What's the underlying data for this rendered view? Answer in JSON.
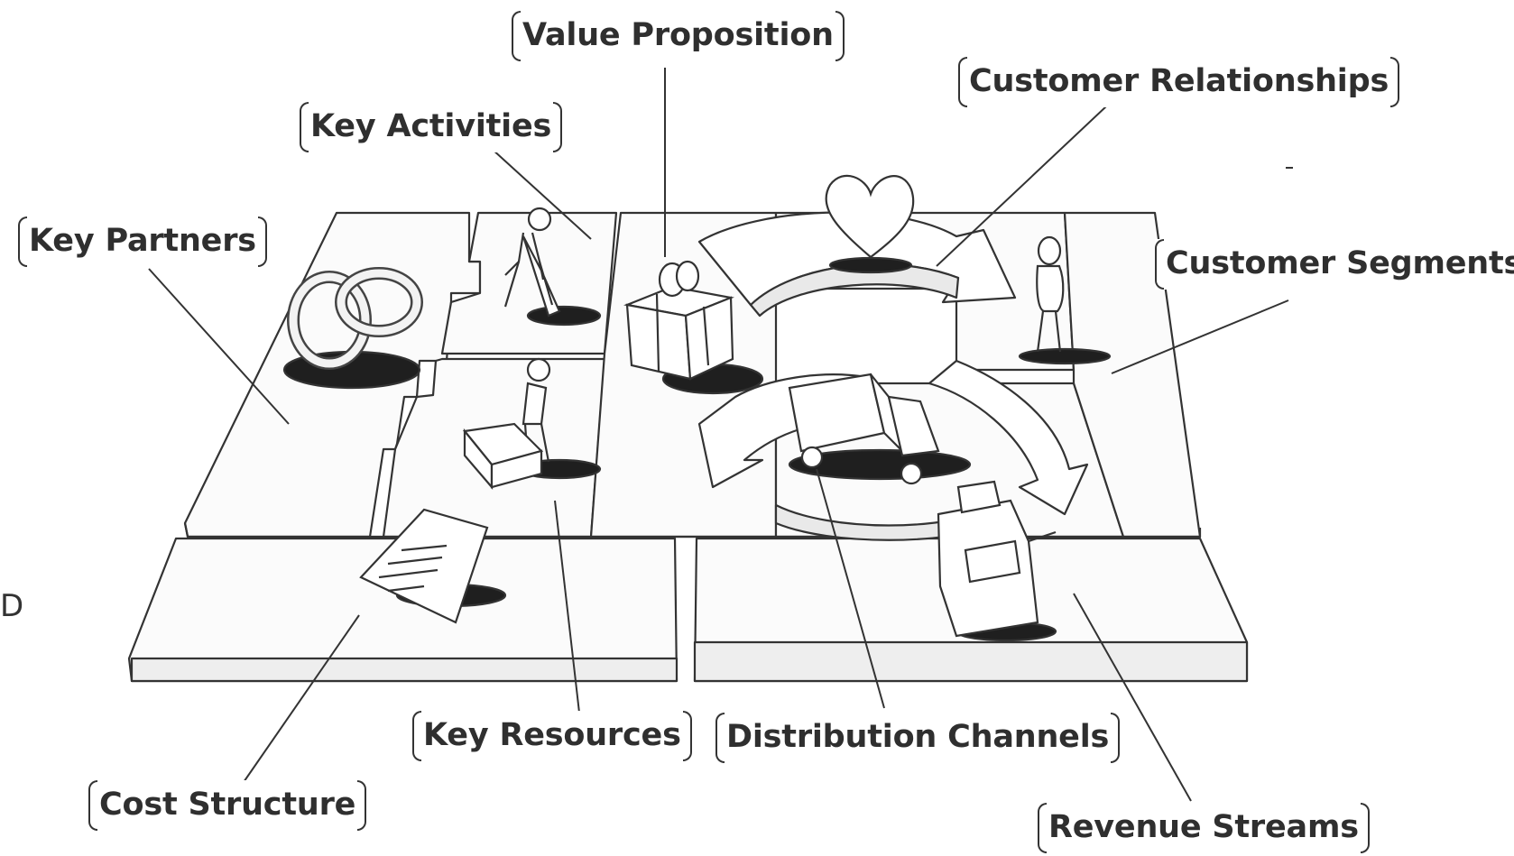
{
  "diagram": {
    "labels": {
      "value_proposition": "Value Proposition",
      "key_activities": "Key Activities",
      "customer_relationships": "Customer Relationships",
      "key_partners": "Key Partners",
      "customer_segments": "Customer Segments",
      "key_resources": "Key Resources",
      "distribution_channels": "Distribution Channels",
      "cost_structure": "Cost Structure",
      "revenue_streams": "Revenue Streams"
    },
    "edge_fragment": "D"
  },
  "colors": {
    "ink": "#333333",
    "paper": "#ffffff",
    "shadow": "#1f1f1f",
    "panel_side": "#ececec",
    "panel_top": "#f8f8f8"
  },
  "icons": [
    "rings-icon",
    "digging-person-icon",
    "gift-box-icon",
    "heart-icon",
    "standing-person-icon",
    "worker-with-machine-icon",
    "delivery-truck-icon",
    "document-icon",
    "cash-register-icon"
  ]
}
